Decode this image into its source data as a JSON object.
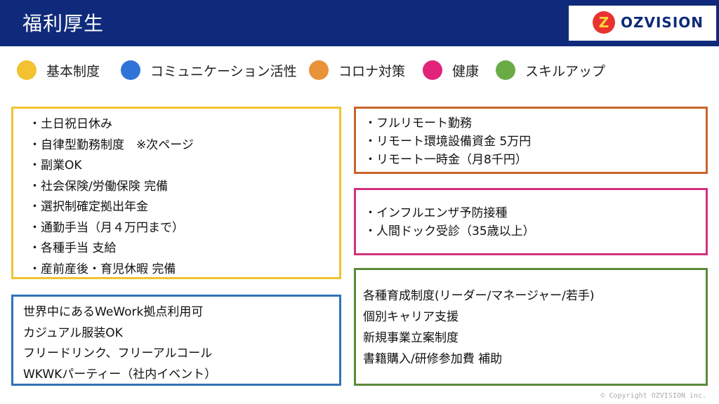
{
  "header": {
    "title": "福利厚生",
    "logo_mark": "Z",
    "logo_text": "OZVISION"
  },
  "legend": [
    {
      "label": "基本制度",
      "color": "#f2c230"
    },
    {
      "label": "コミュニケーション活性",
      "color": "#2f73d8"
    },
    {
      "label": "コロナ対策",
      "color": "#e8923a"
    },
    {
      "label": "健康",
      "color": "#e1237a"
    },
    {
      "label": "スキルアップ",
      "color": "#6aab45"
    }
  ],
  "boxes": {
    "basic": {
      "color": "#f2c230",
      "items": [
        "・土日祝日休み",
        "・自律型勤務制度　※次ページ",
        "・副業OK",
        "・社会保険/労働保険 完備",
        "・選択制確定拠出年金",
        "・通勤手当（月４万円まで）",
        "・各種手当 支給",
        "・産前産後・育児休暇 完備"
      ]
    },
    "communication": {
      "color": "#2f73b8",
      "items": [
        "世界中にあるWeWork拠点利用可",
        "カジュアル服装OK",
        "フリードリンク、フリーアルコール",
        "WKWKパーティー（社内イベント）"
      ]
    },
    "corona": {
      "color": "#c8662a",
      "items": [
        "・フルリモート勤務",
        "・リモート環境設備資金 5万円",
        "・リモート一時金（月8千円）"
      ]
    },
    "health": {
      "color": "#d4307e",
      "items": [
        "・インフルエンザ予防接種",
        "・人間ドック受診（35歳以上）"
      ]
    },
    "skill": {
      "color": "#5a8a3a",
      "items": [
        "各種育成制度(リーダー/マネージャー/若手)",
        "個別キャリア支援",
        "新規事業立案制度",
        "書籍購入/研修参加費 補助"
      ]
    }
  },
  "footer": {
    "copyright": "© Copyright OZVISION inc."
  }
}
